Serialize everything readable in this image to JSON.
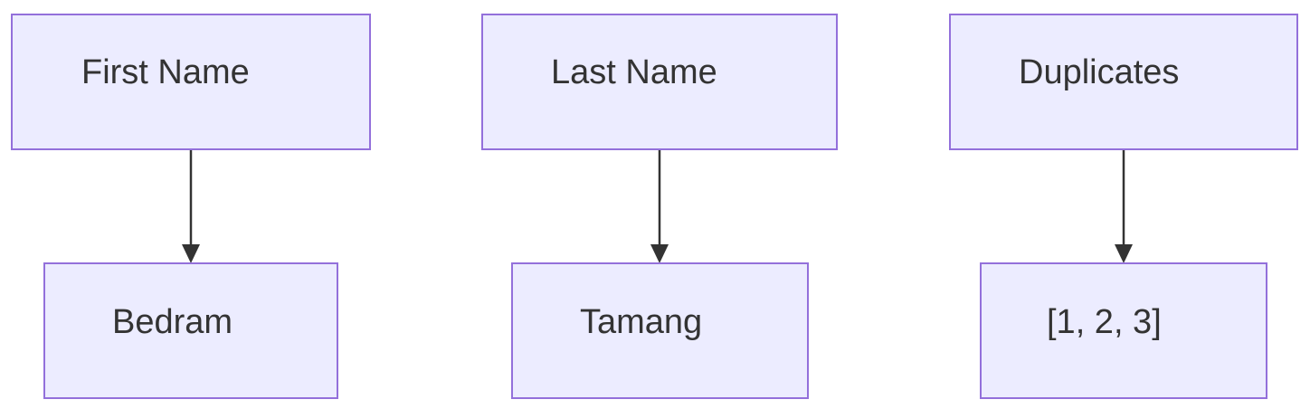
{
  "diagram": {
    "nodes": {
      "first_name": {
        "label": "First Name"
      },
      "bedram": {
        "label": "Bedram"
      },
      "last_name": {
        "label": "Last Name"
      },
      "tamang": {
        "label": "Tamang"
      },
      "duplicates": {
        "label": "Duplicates"
      },
      "dup_values": {
        "label": "[1, 2, 3]"
      }
    },
    "edges": [
      {
        "from": "first_name",
        "to": "bedram"
      },
      {
        "from": "last_name",
        "to": "tamang"
      },
      {
        "from": "duplicates",
        "to": "dup_values"
      }
    ],
    "colors": {
      "node_fill": "#ececff",
      "node_stroke": "#9370db",
      "text": "#333333",
      "edge": "#333333"
    }
  }
}
